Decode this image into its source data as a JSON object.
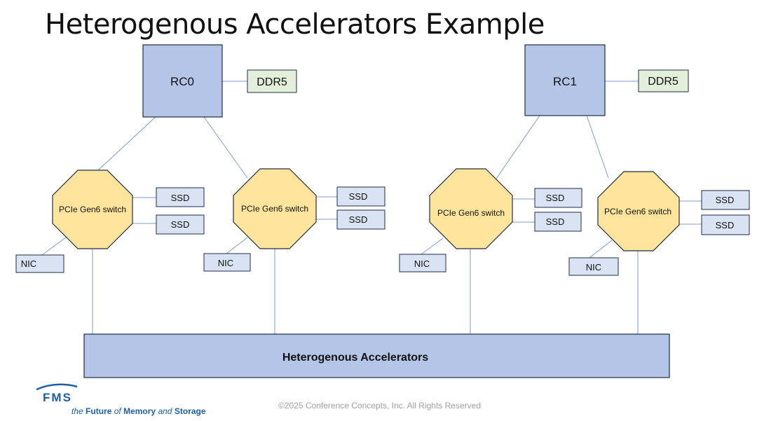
{
  "slide": {
    "title": "Heterogenous Accelerators Example",
    "footer": "©2025 Conference Concepts, Inc. All Rights Reserved"
  },
  "diagram": {
    "root_complexes": [
      {
        "label": "RC0",
        "memory": "DDR5"
      },
      {
        "label": "RC1",
        "memory": "DDR5"
      }
    ],
    "switches": [
      {
        "label": "PCIe Gen6 switch",
        "ssds": [
          "SSD",
          "SSD"
        ],
        "nic": "NIC"
      },
      {
        "label": "PCIe Gen6 switch",
        "ssds": [
          "SSD",
          "SSD"
        ],
        "nic": "NIC"
      },
      {
        "label": "PCIe Gen6 switch",
        "ssds": [
          "SSD",
          "SSD"
        ],
        "nic": "NIC"
      },
      {
        "label": "PCIe Gen6 switch",
        "ssds": [
          "SSD",
          "SSD"
        ],
        "nic": "NIC"
      }
    ],
    "accelerators": "Heterogenous Accelerators"
  },
  "logo": {
    "mark": "FMS",
    "tagline_the": "the",
    "tagline_future": "Future",
    "tagline_of": "of",
    "tagline_memory": "Memory",
    "tagline_and": "and",
    "tagline_storage": "Storage",
    "color": "#1f5fa8"
  },
  "colors": {
    "rc_fill": "#b4c5e7",
    "ddr_fill": "#e2efda",
    "switch_fill": "#ffe49b",
    "small_box_fill": "#dae3f3",
    "stroke": "#1f2d44",
    "line": "#7f9cc9"
  }
}
